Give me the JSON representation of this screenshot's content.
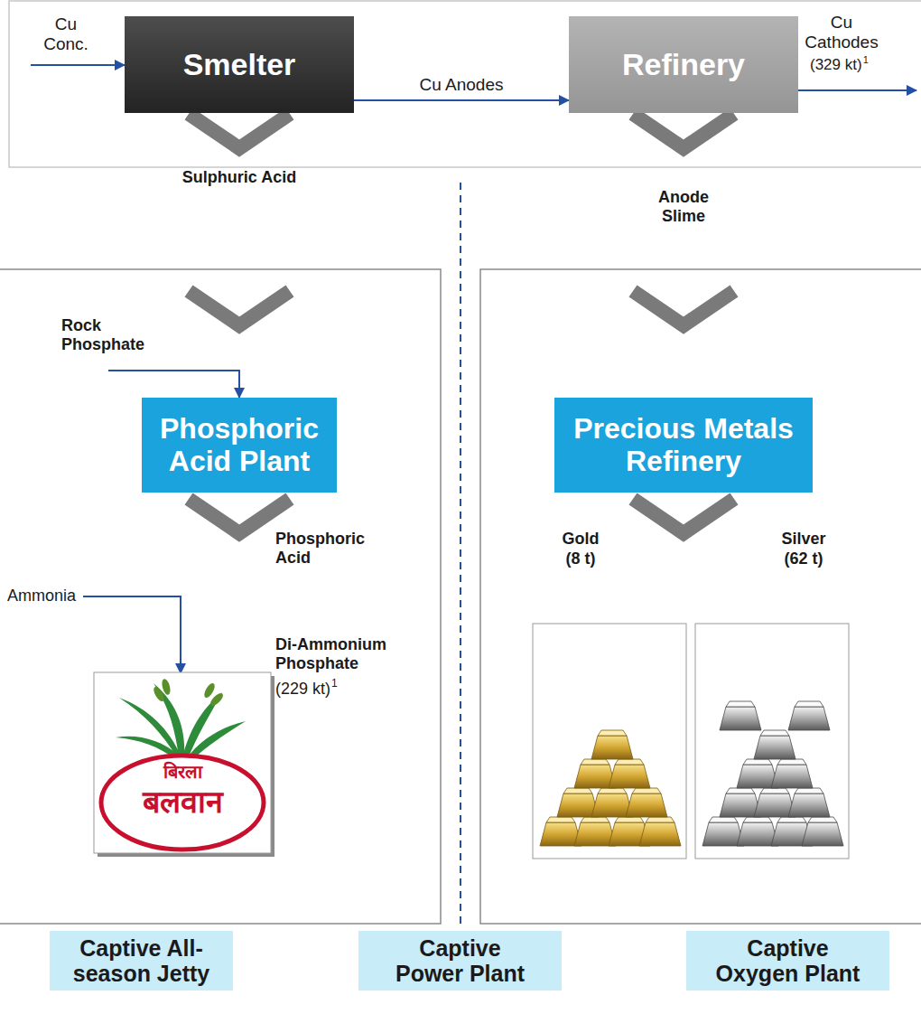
{
  "diagram": {
    "nodes": [
      {
        "text": [
          "Smelter"
        ]
      },
      {
        "text": [
          "Refinery"
        ]
      },
      {
        "text": [
          "Phosphoric Acid Plant"
        ]
      },
      {
        "text": [
          "Precious Metals Refinery"
        ]
      },
      {
        "text": [
          "Captive All-season Jetty"
        ]
      },
      {
        "text": [
          "Captive Power Plant"
        ]
      },
      {
        "text": [
          "Captive Oxygen Plant"
        ]
      }
    ],
    "edges": [
      {
        "from": 0,
        "to": 1,
        "arrow": "to",
        "label": "Cu Anodes"
      }
    ],
    "labels": [
      "Cu Conc.",
      "Cu Cathodes",
      "(329 kt)",
      "1",
      "Sulphuric Acid",
      "Anode Slime",
      "Rock Phosphate",
      "Phosphoric Acid",
      "Ammonia",
      "Di-Ammonium Phosphate",
      "(229 kt)",
      "1",
      "Gold",
      "(8 t)",
      "Silver",
      "(62 t)",
      "बिरला",
      "बलवान"
    ]
  }
}
